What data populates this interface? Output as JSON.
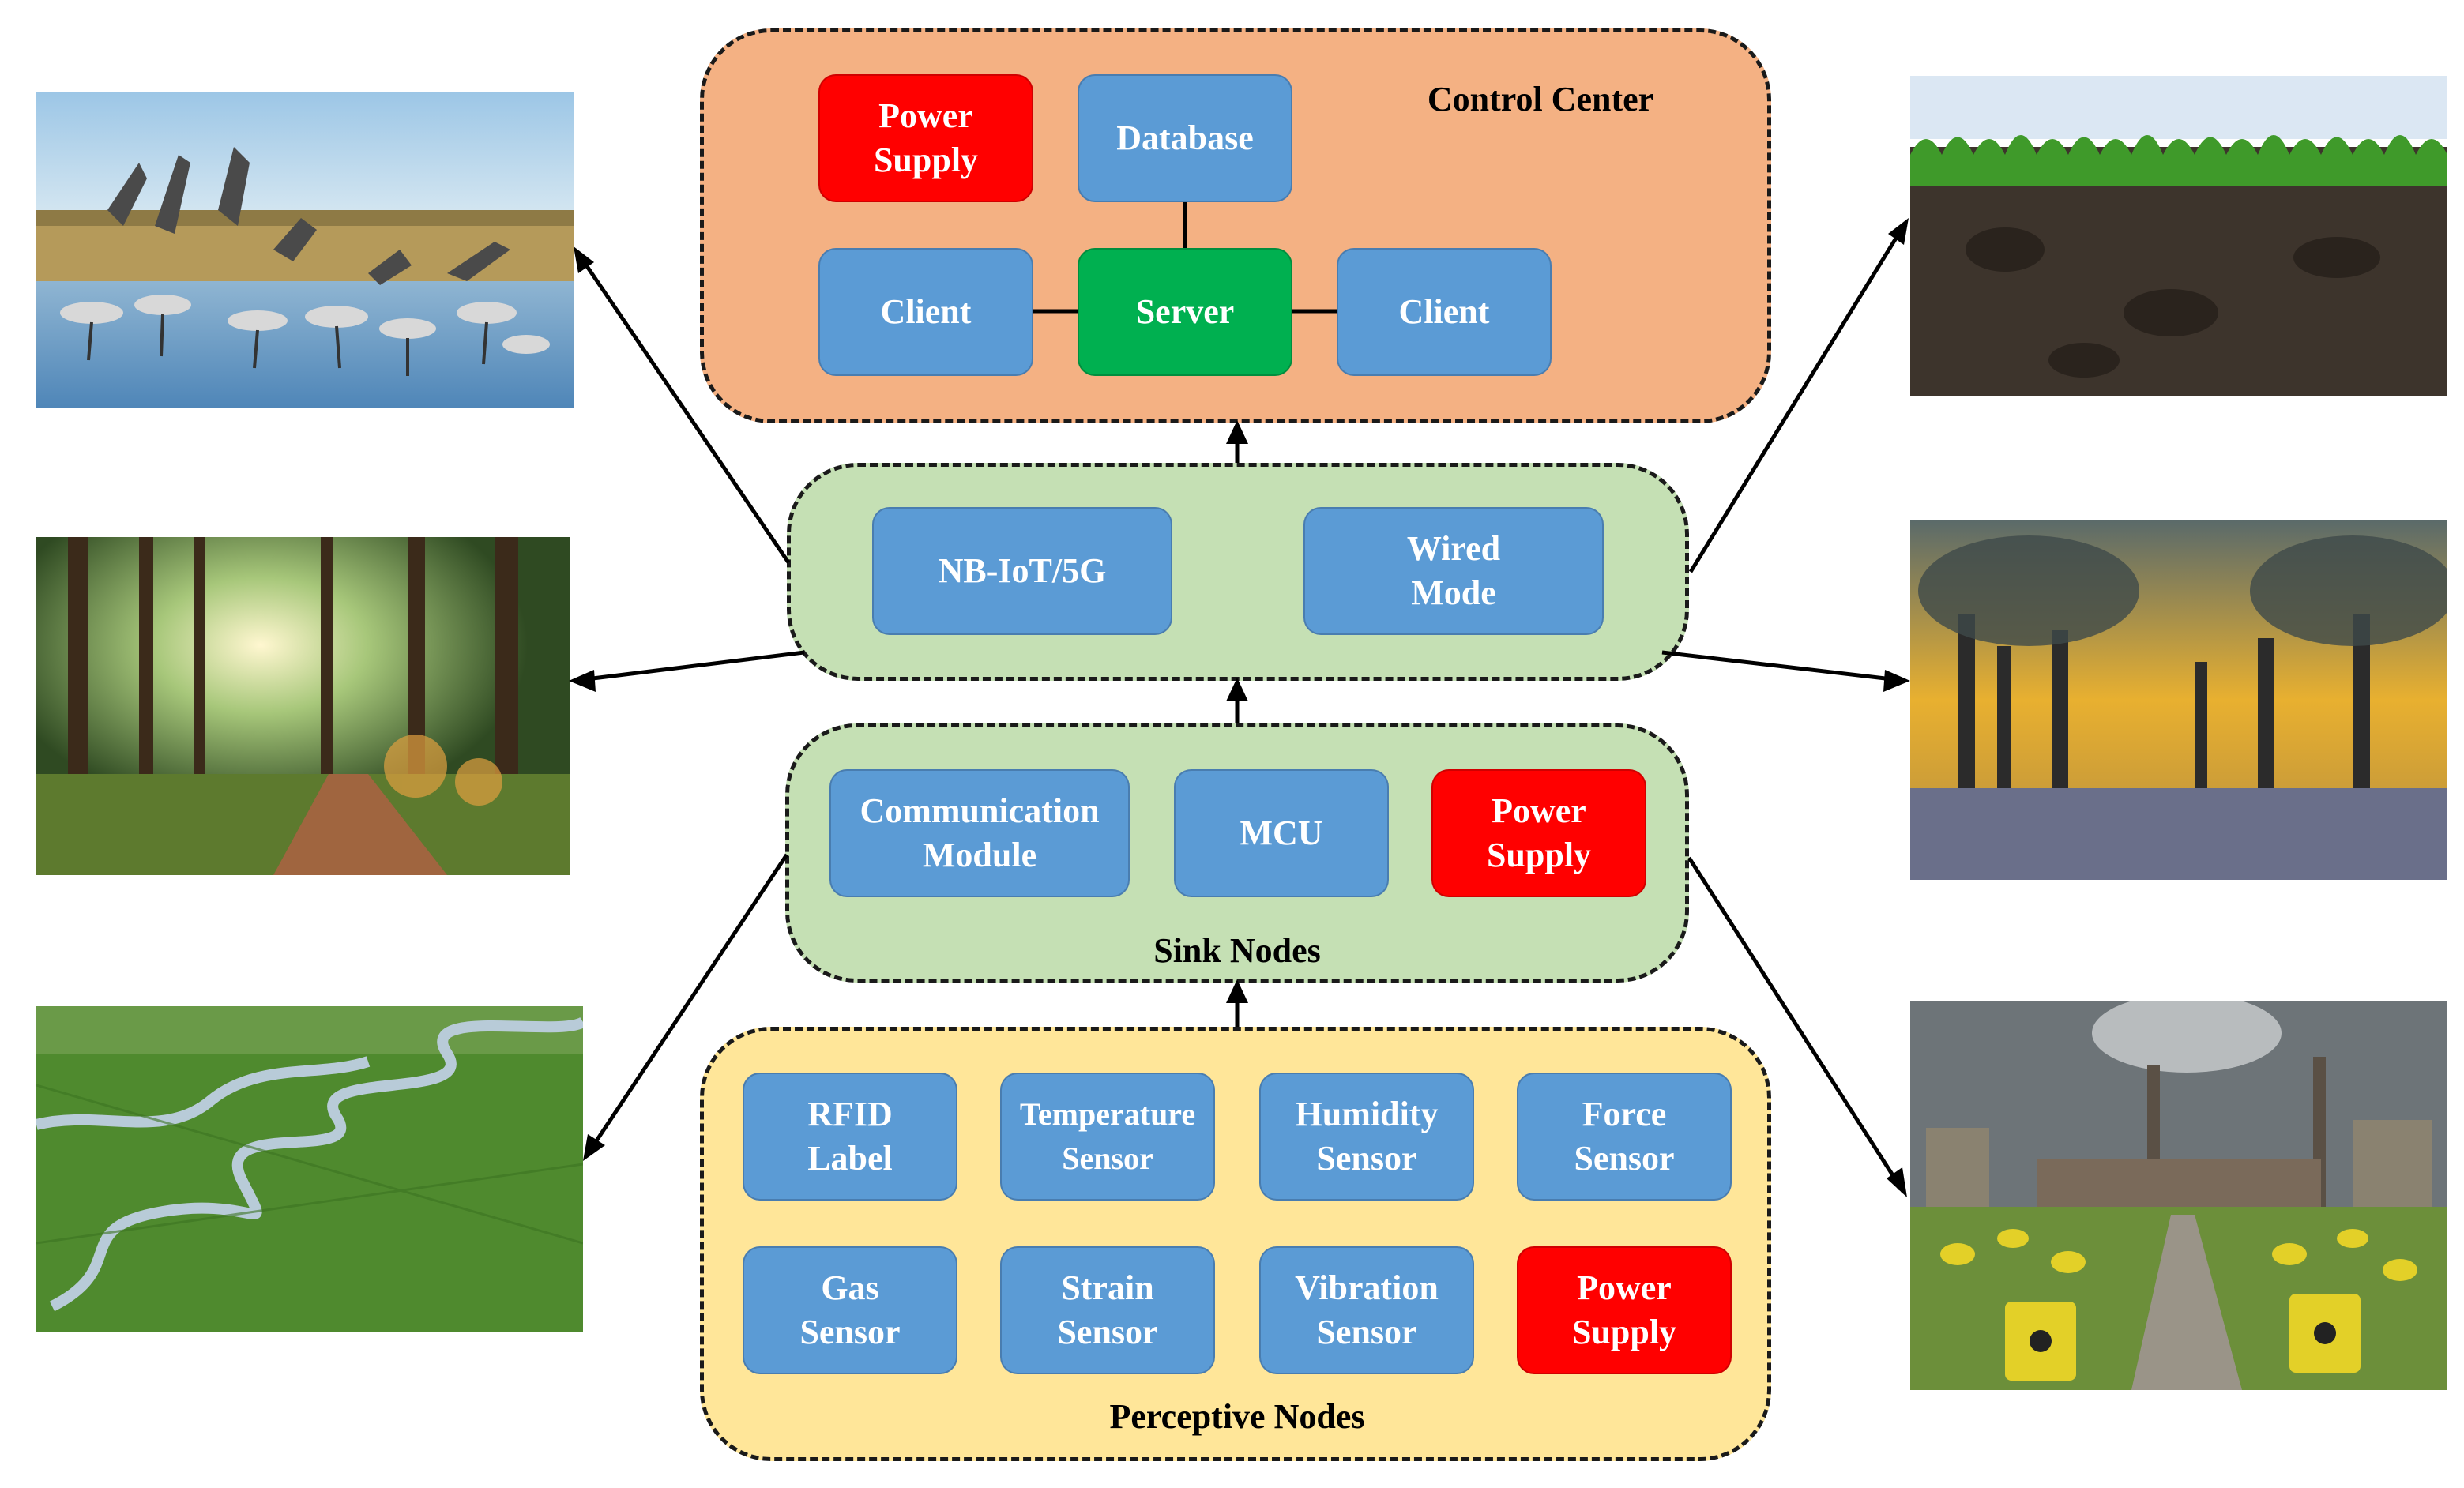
{
  "control_center": {
    "label": "Control Center",
    "power_supply": "Power\nSupply",
    "database": "Database",
    "client_left": "Client",
    "server": "Server",
    "client_right": "Client"
  },
  "network": {
    "nbiot": "NB-IoT/5G",
    "wired": "Wired\nMode"
  },
  "sink_nodes": {
    "label": "Sink Nodes",
    "communication": "Communication\nModule",
    "mcu": "MCU",
    "power_supply": "Power\nSupply"
  },
  "perceptive_nodes": {
    "label": "Perceptive Nodes",
    "rfid": "RFID\nLabel",
    "temperature": "Temperature\nSensor",
    "humidity": "Humidity\nSensor",
    "force": "Force\nSensor",
    "gas": "Gas\nSensor",
    "strain": "Strain\nSensor",
    "vibration": "Vibration\nSensor",
    "power_supply": "Power\nSupply"
  },
  "colors": {
    "control_center_fill": "#f4b183",
    "network_fill": "#c5e0b4",
    "sink_fill": "#c5e0b4",
    "perceptive_fill": "#ffe699",
    "module_blue": "#5b9bd5",
    "power_red": "#ff0000",
    "server_green": "#00b050"
  }
}
